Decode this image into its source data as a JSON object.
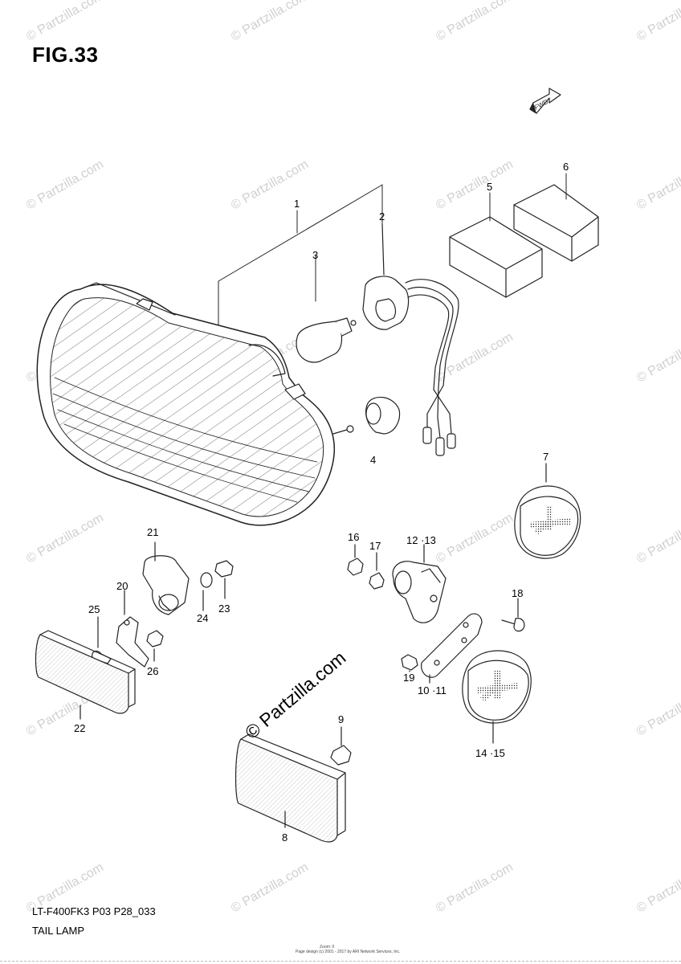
{
  "figure": {
    "title": "FIG.33",
    "model_code": "LT-F400FK3 P03 P28_033",
    "section_name": "TAIL LAMP",
    "direction_badge": "FWD",
    "footer_line_1": "Zoom: 0",
    "footer_line_2": "Page design (c) 2001 - 2017 by ARI Network Services, Inc."
  },
  "watermark": {
    "text": "© Partzilla.com",
    "center_text": "© Partzilla.com"
  },
  "callouts": {
    "c1": "1",
    "c2": "2",
    "c3": "3",
    "c4": "4",
    "c5": "5",
    "c6": "6",
    "c7": "7",
    "c8": "8",
    "c9": "9",
    "c10_11": "10 ·11",
    "c12_13": "12 ·13",
    "c14_15": "14 ·15",
    "c16": "16",
    "c17": "17",
    "c18": "18",
    "c19": "19",
    "c20": "20",
    "c21": "21",
    "c22": "22",
    "c23": "23",
    "c24": "24",
    "c25": "25",
    "c26": "26"
  },
  "colors": {
    "line": "#222222",
    "watermark": "#d0d0d0",
    "background": "#ffffff"
  }
}
